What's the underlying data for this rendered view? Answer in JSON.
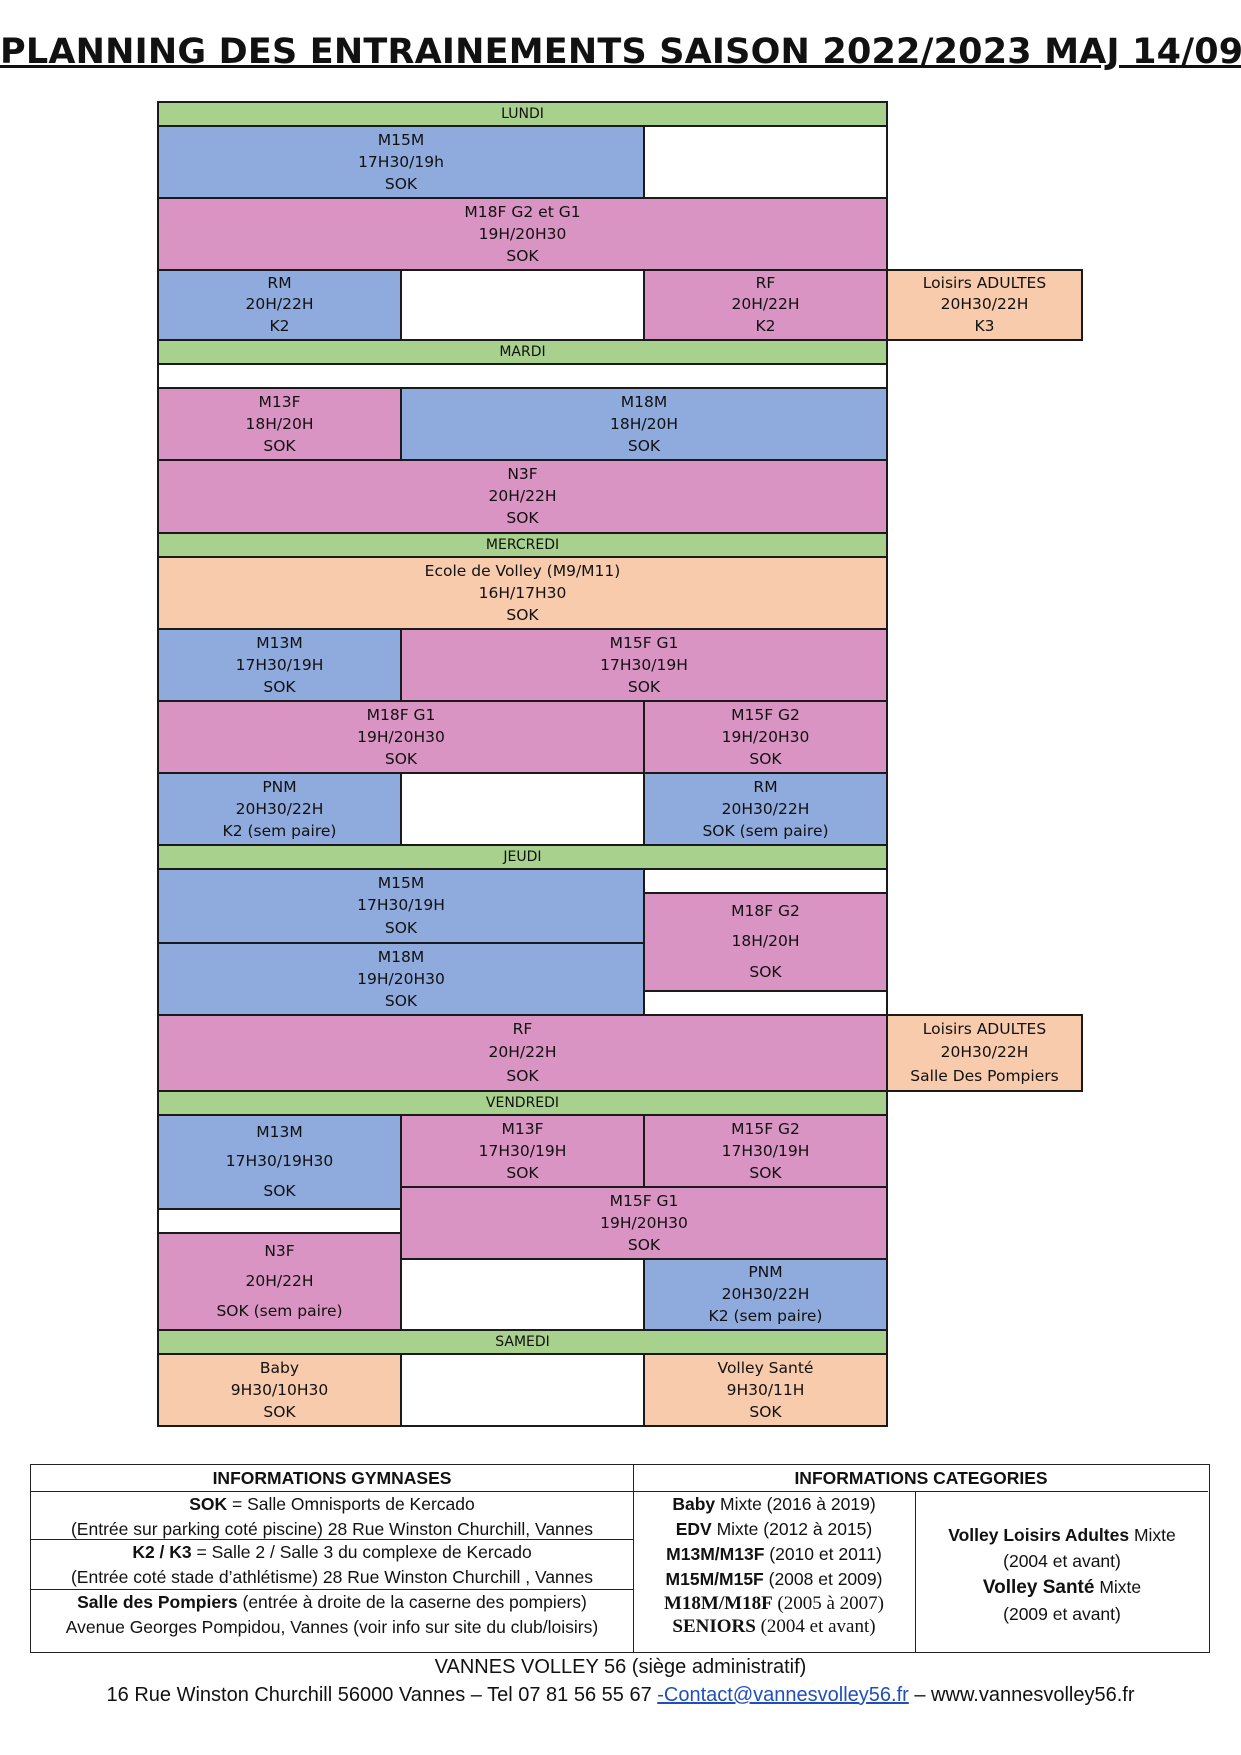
{
  "title": "PLANNING DES ENTRAINEMENTS SAISON 2022/2023 MAJ 14/09",
  "days": [
    "LUNDI",
    "MARDI",
    "MERCREDI",
    "JEUDI",
    "VENDREDI",
    "SAMEDI"
  ],
  "colors": {
    "day": "#a9d18e",
    "blue": "#8faadc",
    "pink": "#d994c3",
    "peach": "#f8cbad",
    "blank": "#ffffff"
  },
  "sessions": [
    {
      "day": "LUNDI",
      "color": "blue",
      "lines": [
        "M15M",
        "17H30/19h",
        "SOK"
      ]
    },
    {
      "day": "LUNDI",
      "color": "pink",
      "lines": [
        "M18F G2 et G1",
        "19H/20H30",
        "SOK"
      ]
    },
    {
      "day": "LUNDI",
      "color": "blue",
      "lines": [
        "RM",
        "20H/22H",
        "K2"
      ]
    },
    {
      "day": "LUNDI",
      "color": "pink",
      "lines": [
        "RF",
        "20H/22H",
        "K2"
      ]
    },
    {
      "day": "LUNDI",
      "color": "peach",
      "lines": [
        "Loisirs ADULTES",
        "20H30/22H",
        "K3"
      ]
    },
    {
      "day": "MARDI",
      "color": "pink",
      "lines": [
        "M13F",
        "18H/20H",
        "SOK"
      ]
    },
    {
      "day": "MARDI",
      "color": "blue",
      "lines": [
        "M18M",
        "18H/20H",
        "SOK"
      ]
    },
    {
      "day": "MARDI",
      "color": "pink",
      "lines": [
        "N3F",
        "20H/22H",
        "SOK"
      ]
    },
    {
      "day": "MERCREDI",
      "color": "peach",
      "lines": [
        "Ecole de Volley (M9/M11)",
        "16H/17H30",
        "SOK"
      ]
    },
    {
      "day": "MERCREDI",
      "color": "blue",
      "lines": [
        "M13M",
        "17H30/19H",
        "SOK"
      ]
    },
    {
      "day": "MERCREDI",
      "color": "pink",
      "lines": [
        "M15F G1",
        "17H30/19H",
        "SOK"
      ]
    },
    {
      "day": "MERCREDI",
      "color": "pink",
      "lines": [
        "M18F  G1",
        "19H/20H30",
        "SOK"
      ]
    },
    {
      "day": "MERCREDI",
      "color": "pink",
      "lines": [
        "M15F G2",
        "19H/20H30",
        "SOK"
      ]
    },
    {
      "day": "MERCREDI",
      "color": "blue",
      "lines": [
        "PNM",
        "20H30/22H",
        "K2 (sem paire)"
      ]
    },
    {
      "day": "MERCREDI",
      "color": "blue",
      "lines": [
        "RM",
        "20H30/22H",
        "SOK (sem paire)"
      ]
    },
    {
      "day": "JEUDI",
      "color": "blue",
      "lines": [
        "M15M",
        "17H30/19H",
        "SOK"
      ]
    },
    {
      "day": "JEUDI",
      "color": "pink",
      "lines": [
        "M18F G2",
        "18H/20H",
        "SOK"
      ]
    },
    {
      "day": "JEUDI",
      "color": "blue",
      "lines": [
        "M18M",
        "19H/20H30",
        "SOK"
      ]
    },
    {
      "day": "JEUDI",
      "color": "pink",
      "lines": [
        "RF",
        "20H/22H",
        "SOK"
      ]
    },
    {
      "day": "JEUDI",
      "color": "peach",
      "lines": [
        "Loisirs ADULTES",
        "20H30/22H",
        "Salle Des Pompiers"
      ]
    },
    {
      "day": "VENDREDI",
      "color": "blue",
      "lines": [
        "M13M",
        "17H30/19H30",
        "SOK"
      ]
    },
    {
      "day": "VENDREDI",
      "color": "pink",
      "lines": [
        "M13F",
        "17H30/19H",
        "SOK"
      ]
    },
    {
      "day": "VENDREDI",
      "color": "pink",
      "lines": [
        "M15F G2",
        "17H30/19H",
        "SOK"
      ]
    },
    {
      "day": "VENDREDI",
      "color": "pink",
      "lines": [
        "M15F G1",
        "19H/20H30",
        "SOK"
      ]
    },
    {
      "day": "VENDREDI",
      "color": "pink",
      "lines": [
        "N3F",
        "20H/22H",
        "SOK (sem paire)"
      ]
    },
    {
      "day": "VENDREDI",
      "color": "blue",
      "lines": [
        "PNM",
        "20H30/22H",
        "K2 (sem paire)"
      ]
    },
    {
      "day": "SAMEDI",
      "color": "peach",
      "lines": [
        "Baby",
        "9H30/10H30",
        "SOK"
      ]
    },
    {
      "day": "SAMEDI",
      "color": "peach",
      "lines": [
        "Volley Santé",
        "9H30/11H",
        "SOK"
      ]
    }
  ],
  "info": {
    "gym_header": "INFORMATIONS GYMNASES",
    "cat_header": "INFORMATIONS CATEGORIES",
    "gym": {
      "sok_code": "SOK",
      "sok_name": "= Salle Omnisports de Kercado",
      "sok_addr": "(Entrée sur parking coté piscine) 28 Rue Winston Churchill, Vannes",
      "k_code": "K2 / K3",
      "k_name": "= Salle 2 / Salle 3 du complexe de Kercado",
      "k_addr": "(Entrée coté stade d’athlétisme) 28 Rue Winston Churchill , Vannes",
      "pomp_code": "Salle des Pompiers",
      "pomp_name": "(entrée à droite de la caserne des pompiers)",
      "pomp_addr": "Avenue Georges Pompidou, Vannes (voir info sur site du club/loisirs)"
    },
    "categories": [
      {
        "name": "Baby",
        "text": "Mixte (2016 à 2019)"
      },
      {
        "name": "EDV",
        "text": "Mixte (2012 à 2015)"
      },
      {
        "name": "M13M/M13F",
        "text": "(2010 et 2011)"
      },
      {
        "name": "M15M/M15F",
        "text": "(2008 et 2009)"
      },
      {
        "name": "M18M/M18F",
        "text": "(2005 à 2007)"
      },
      {
        "name": "SENIORS",
        "text": "(2004 et avant)"
      }
    ],
    "loisirs": {
      "name": "Volley Loisirs Adultes",
      "text": "Mixte",
      "years": "(2004 et avant)",
      "sante_name": "Volley Santé",
      "sante_text": "Mixte",
      "sante_years": "(2009 et avant)"
    }
  },
  "footer": {
    "line1": "VANNES VOLLEY 56 (siège administratif)",
    "address": "16 Rue Winston Churchill 56000 Vannes – Tel 07 81 56 55 67",
    "email": "-Contact@vannesvolley56.fr",
    "website": "– www.vannesvolley56.fr"
  }
}
